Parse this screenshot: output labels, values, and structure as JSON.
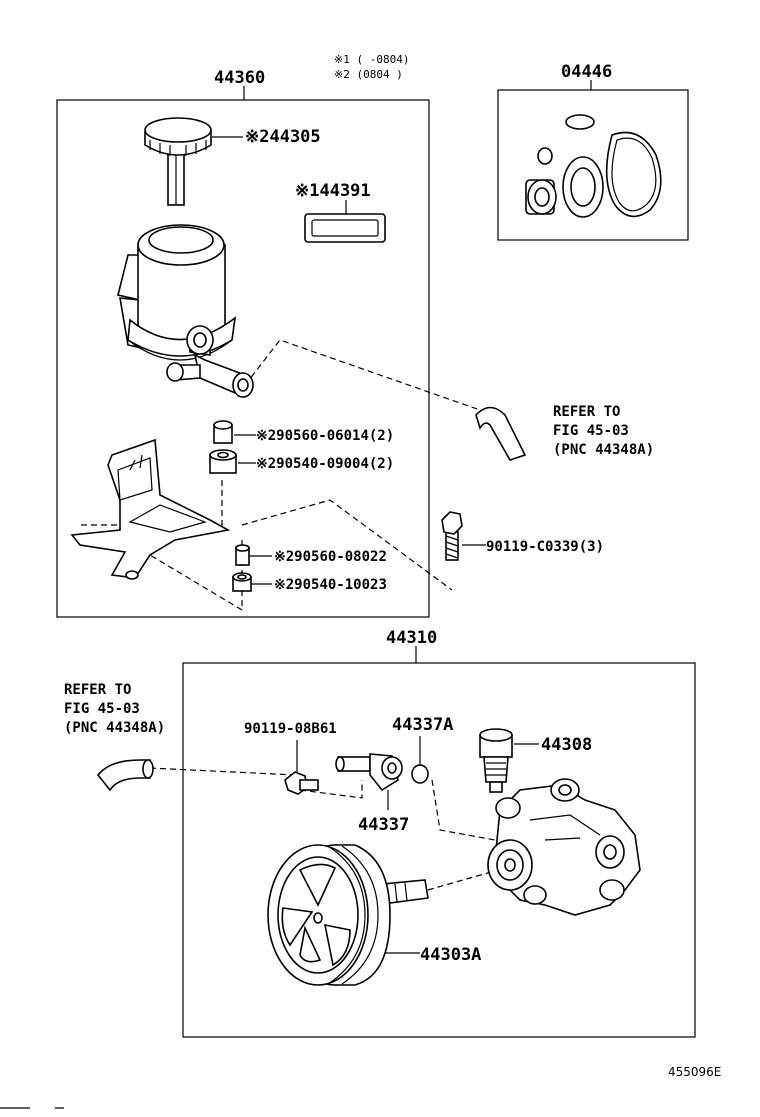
{
  "legend": {
    "note1": "※1 (      -0804)",
    "note2": "※2 (0804        )"
  },
  "groups": {
    "reservoir_assy": "44360",
    "gasket_kit": "04446",
    "pump_assy": "44310"
  },
  "parts": {
    "cap": "※244305",
    "label_plate": "※144391",
    "grommet_a": "※290560-06014(2)",
    "grommet_b": "※290540-09004(2)",
    "bolt": "90119-C0339(3)",
    "grommet_c": "※290560-08022",
    "grommet_d": "※290540-10023",
    "union_bolt": "90119-08B61",
    "o_ring": "44337A",
    "union": "44337",
    "valve": "44308",
    "pulley": "44303A"
  },
  "references": {
    "upper": [
      "REFER TO",
      "FIG 45-03",
      "(PNC 44348A)"
    ],
    "lower": [
      "REFER TO",
      "FIG 45-03",
      "(PNC 44348A)"
    ]
  },
  "figure_id": "455096E"
}
